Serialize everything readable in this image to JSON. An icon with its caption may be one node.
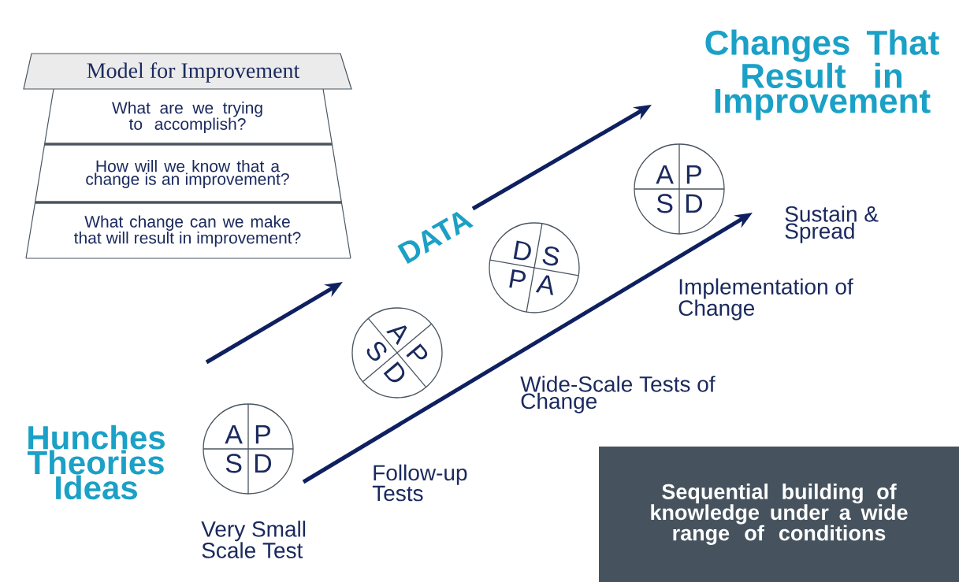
{
  "diagram": {
    "nodes": [
      {
        "text": [
          "Model for Improvement"
        ]
      },
      {
        "text": [
          "What are we trying to accomplish?"
        ]
      },
      {
        "text": [
          "How will we know that a change is an improvement?"
        ]
      },
      {
        "text": [
          "What change can we make that will result in improvement?"
        ]
      },
      {
        "text": [
          "A",
          "P",
          "S",
          "D"
        ]
      },
      {
        "text": [
          "A",
          "P",
          "S",
          "D"
        ]
      },
      {
        "text": [
          "A",
          "P",
          "S",
          "D"
        ]
      },
      {
        "text": [
          "A",
          "P",
          "S",
          "D"
        ]
      },
      {
        "text": [
          "Sequential building of knowledge under a wide range of conditions"
        ]
      }
    ],
    "labels": [
      "Changes That Result in Improvement",
      "Sustain & Spread",
      "DATA",
      "Implementation of Change",
      "Wide-Scale Tests of Change",
      "Hunches Theories Ideas",
      "Follow-up Tests",
      "Very Small Scale Test"
    ]
  }
}
